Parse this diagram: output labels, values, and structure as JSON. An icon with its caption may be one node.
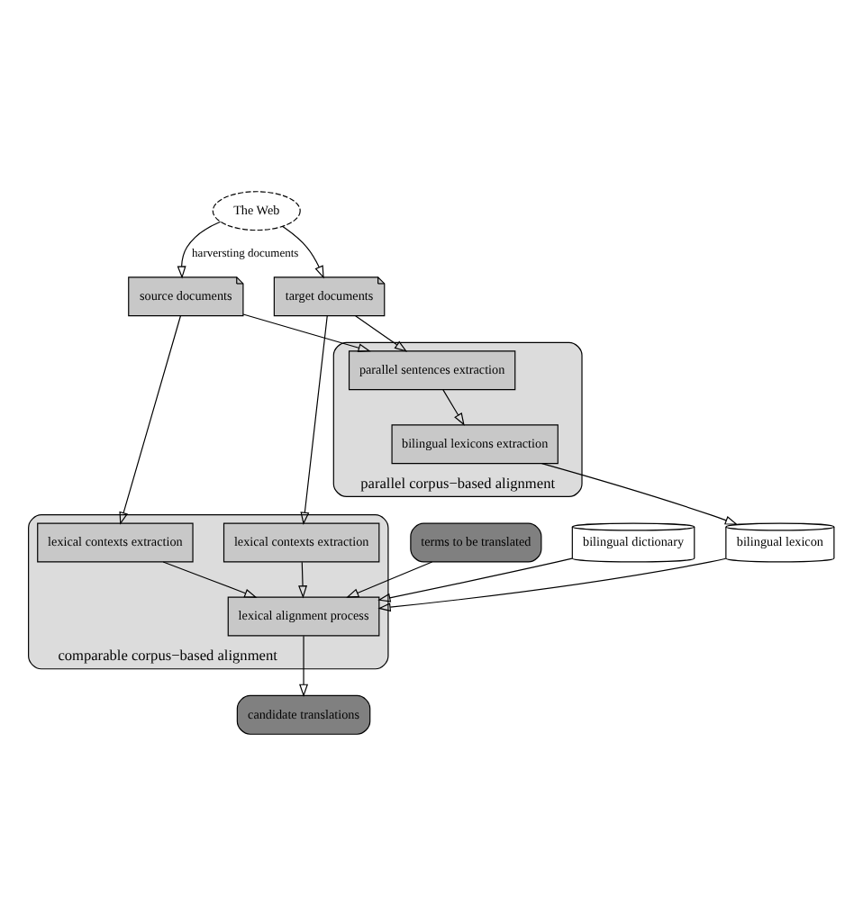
{
  "diagram": {
    "nodes": [
      {
        "text": [
          "The Web"
        ]
      },
      {
        "text": [
          "source documents"
        ]
      },
      {
        "text": [
          "target documents"
        ]
      },
      {
        "text": [
          "parallel corpus−based alignment"
        ]
      },
      {
        "text": [
          "parallel sentences extraction"
        ],
        "in": 3
      },
      {
        "text": [
          "bilingual lexicons extraction"
        ],
        "in": 3
      },
      {
        "text": [
          "bilingual lexicon"
        ]
      },
      {
        "text": [
          "comparable corpus−based alignment"
        ]
      },
      {
        "text": [
          "lexical contexts extraction"
        ],
        "in": 7
      },
      {
        "text": [
          "lexical alignment process"
        ],
        "in": 7
      },
      {
        "text": [
          "lexical contexts extraction"
        ],
        "in": 7
      },
      {
        "text": [
          "terms to be translated"
        ]
      },
      {
        "text": [
          "candidate translations"
        ]
      },
      {
        "text": [
          "bilingual dictionary"
        ]
      }
    ],
    "edges": [
      {
        "from": 0,
        "to": 1,
        "arrow": "to",
        "label": "harversting documents"
      },
      {
        "from": 0,
        "to": 2,
        "arrow": "to"
      },
      {
        "from": 1,
        "to": 4,
        "arrow": "to"
      },
      {
        "from": 2,
        "to": 4,
        "arrow": "to"
      },
      {
        "from": 4,
        "to": 5,
        "arrow": "to"
      },
      {
        "from": 5,
        "to": 6,
        "arrow": "to"
      },
      {
        "from": 1,
        "to": 8,
        "arrow": "to"
      },
      {
        "from": 2,
        "to": 10,
        "arrow": "to"
      },
      {
        "from": 8,
        "to": 9,
        "arrow": "to"
      },
      {
        "from": 10,
        "to": 9,
        "arrow": "to"
      },
      {
        "from": 6,
        "to": 9,
        "arrow": "to"
      },
      {
        "from": 11,
        "to": 9,
        "arrow": "to"
      },
      {
        "from": 13,
        "to": 9,
        "arrow": "to"
      },
      {
        "from": 9,
        "to": 12,
        "arrow": "to"
      }
    ]
  }
}
